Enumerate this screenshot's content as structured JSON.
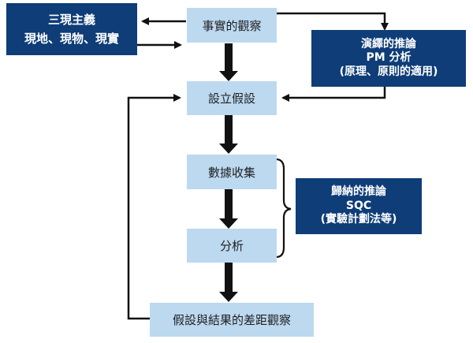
{
  "nodes": {
    "observation": "事實的觀察",
    "hypothesis": "設立假設",
    "data_collection": "數據收集",
    "analysis": "分析",
    "gap_observation": "假設與結果的差距觀察"
  },
  "three_actuals": {
    "line1": "三現主義",
    "line2": "現地、現物、現實"
  },
  "deductive": {
    "line1": "演繹的推論",
    "line2": "PM 分析",
    "line3": "(原理、原則的適用)"
  },
  "inductive": {
    "line1": "歸納的推論",
    "line2": "SQC",
    "line3": "(實驗計劃法等)"
  },
  "colors": {
    "light_box": "#bcd9f0",
    "dark_box": "#0e3d78",
    "arrow": "#111111"
  }
}
